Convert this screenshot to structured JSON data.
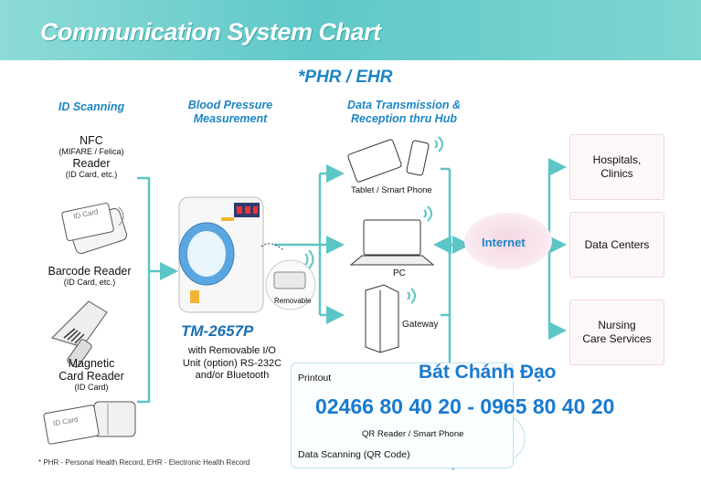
{
  "header": {
    "title": "Communication System Chart"
  },
  "phr_title": "*PHR / EHR",
  "columns": {
    "id_scanning": "ID Scanning",
    "bp_measurement": [
      "Blood Pressure",
      "Measurement"
    ],
    "data_transmission": [
      "Data Transmission &",
      "Reception thru Hub"
    ]
  },
  "id_devices": {
    "nfc": {
      "title": "NFC",
      "sub1": "(MIFARE / Felica)",
      "title2": "Reader",
      "sub2": "(ID Card, etc.)",
      "card_text": "ID Card"
    },
    "barcode": {
      "title": "Barcode Reader",
      "sub": "(ID Card, etc.)"
    },
    "magnetic": {
      "title1": "Magnetic",
      "title2": "Card Reader",
      "sub": "(ID Card)",
      "card_text": "ID Card"
    }
  },
  "bp_device": {
    "model": "TM-2657P",
    "description": [
      "with Removable I/O",
      "Unit (option) RS-232C",
      "and/or Bluetooth"
    ],
    "removable_label": "Removable"
  },
  "hub_devices": {
    "tablet": "Tablet / Smart Phone",
    "pc": "PC",
    "gateway": "Gateway"
  },
  "internet": "Internet",
  "destinations": [
    {
      "label1": "Hospitals,",
      "label2": "Clinics"
    },
    {
      "label1": "Data Centers",
      "label2": ""
    },
    {
      "label1": "Nursing",
      "label2": "Care Services"
    }
  ],
  "scanning": {
    "printout": "Printout",
    "qr_reader": "QR Reader / Smart Phone",
    "title": "Data Scanning (QR Code)"
  },
  "footnote": "* PHR - Personal Health Record, EHR - Electronic Health Record",
  "watermark": {
    "name": "Bát Chánh Đạo",
    "phone": "02466 80 40 20 - 0965 80 40 20"
  },
  "colors": {
    "accent": "#5fc8c8",
    "text_blue": "#1d86c4",
    "arrow": "#5cc5c5"
  }
}
